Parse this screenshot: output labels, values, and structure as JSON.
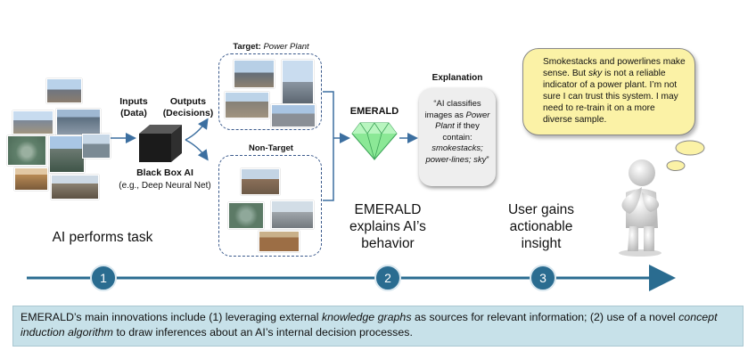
{
  "left": {
    "inputs_label": "Inputs\n(Data)",
    "outputs_label": "Outputs\n(Decisions)",
    "blackbox_title": "Black Box AI",
    "blackbox_sub": "(e.g., Deep Neural Net)"
  },
  "target": {
    "prefix": "Target: ",
    "name": "Power Plant"
  },
  "nontarget": {
    "label": "Non-Target"
  },
  "emerald": {
    "label": "EMERALD"
  },
  "explanation": {
    "title": "Explanation",
    "q1": "“AI classifies images as ",
    "q2": "Power Plant",
    "q3": " if they contain: ",
    "q4": "smokestacks; power-lines; sky",
    "q5": "”"
  },
  "thought": {
    "t1": "Smokestacks and powerlines make sense. But ",
    "t2": "sky",
    "t3": " is not a reliable indicator of a power plant. I’m not sure I can trust this system. I may need to re-train it on a more diverse sample."
  },
  "steps": {
    "s1": "AI performs task",
    "s2": "EMERALD\nexplains AI’s\nbehavior",
    "s3": "User gains\nactionable\ninsight",
    "n1": "1",
    "n2": "2",
    "n3": "3"
  },
  "bottom": {
    "a": "EMERALD’s main innovations include (1) leveraging external ",
    "b": "knowledge graphs",
    "c": " as sources for relevant information; (2) use of a novel ",
    "d": "concept induction algorithm",
    "e": " to draw inferences about an AI’s internal decision processes."
  },
  "colors": {
    "accent": "#2a6c90",
    "dashed": "#3b5a8c",
    "bubble": "#fbf2a6",
    "banner": "#c7e1e9",
    "gem": "#7fe08a"
  }
}
